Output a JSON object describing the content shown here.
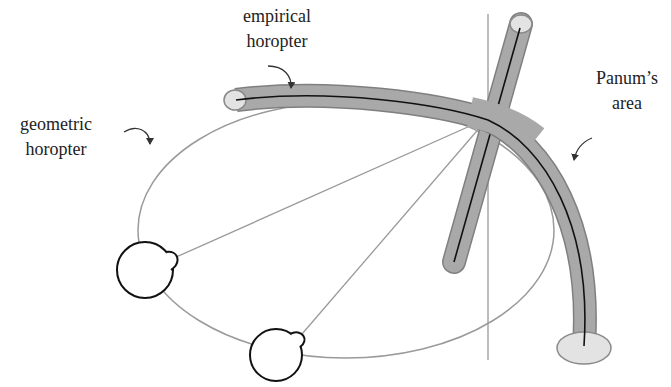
{
  "diagram": {
    "labels": [
      "empirical horopter",
      "geometric horopter",
      "Panum’s area"
    ]
  }
}
